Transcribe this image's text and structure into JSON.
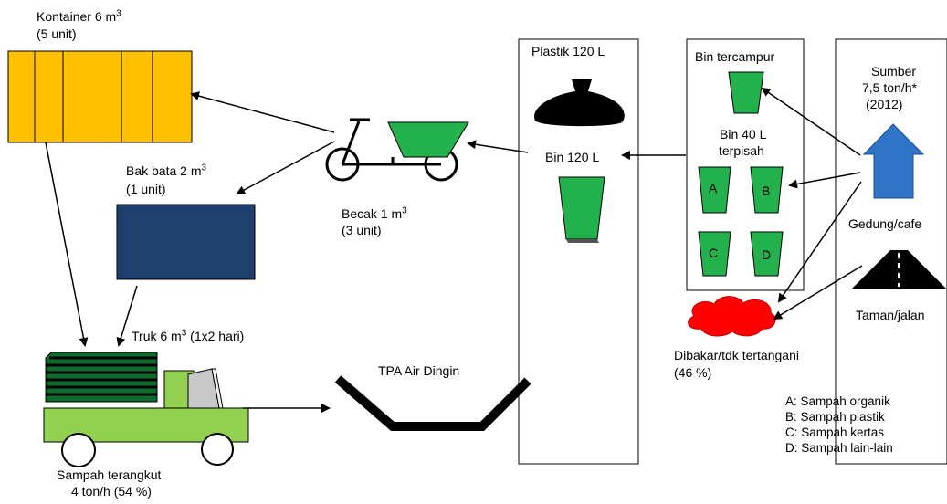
{
  "labels": {
    "kontainer": "Kontainer 6 m",
    "kontainer_sup": "3",
    "kontainer_unit": "(5 unit)",
    "bak_bata": "Bak bata 2 m",
    "bak_bata_sup": "3",
    "bak_bata_unit": "(1 unit)",
    "becak": "Becak 1 m",
    "becak_sup": "3",
    "becak_unit": "(3 unit)",
    "plastik_120": "Plastik 120 L",
    "bin_120": "Bin 120 L",
    "bin_tercampur": "Bin tercampur",
    "bin_40_line1": "Bin 40 L",
    "bin_40_line2": "terpisah",
    "sumber_line1": "Sumber",
    "sumber_line2": "7,5 ton/h*",
    "sumber_line3": "(2012)",
    "gedung": "Gedung/cafe",
    "taman": "Taman/jalan",
    "dibakar_line1": "Dibakar/tdk tertangani",
    "dibakar_line2": "(46 %)",
    "truk": "Truk 6 m",
    "truk_sup": "3",
    "truk_freq": " (1x2 hari)",
    "tpa": "TPA Air Dingin",
    "terangkut_line1": "Sampah terangkut",
    "terangkut_line2": "4 ton/h (54 %)"
  },
  "bins": {
    "a": "A",
    "b": "B",
    "c": "C",
    "d": "D"
  },
  "legend": [
    "A: Sampah organik",
    "B: Sampah plastik",
    "C: Sampah kertas",
    "D: Sampah lain-lain"
  ],
  "colors": {
    "container": "#FFC000",
    "brick_tank": "#1F3F6F",
    "bin_green": "#22B14C",
    "truck_green": "#92D050",
    "building_blue": "#2E75C8",
    "burn_red": "#FF0000",
    "stripes": "#0E6B2E"
  }
}
